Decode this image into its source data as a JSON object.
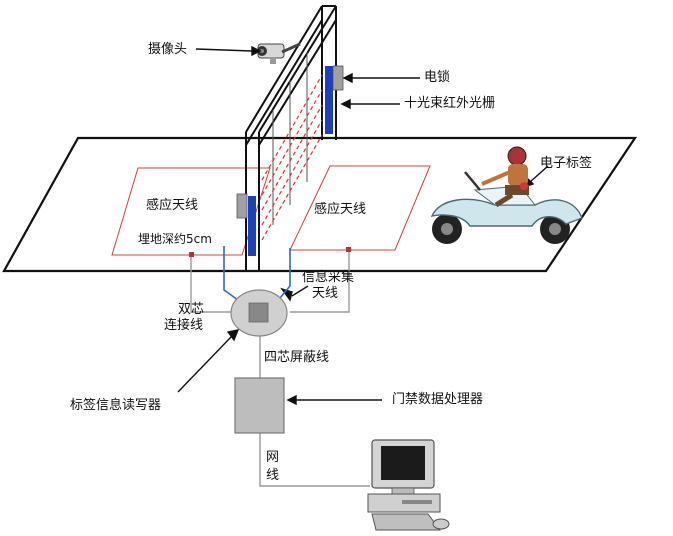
{
  "labels": {
    "camera": "摄像头",
    "electric_lock": "电锁",
    "infrared_grating": "十光束红外光栅",
    "electronic_tag": "电子标签",
    "antenna_left": "感应天线",
    "antenna_right": "感应天线",
    "burial_depth": "埋地深约5cm",
    "info_antenna_line1": "信息采集",
    "info_antenna_line2": "天线",
    "dual_core_line1": "双芯",
    "dual_core_line2": "连接线",
    "four_core_cable": "四芯屏蔽线",
    "tag_reader": "标签信息读写器",
    "data_processor": "门禁数据处理器",
    "network_line1": "网",
    "network_line2": "线"
  },
  "colors": {
    "outline": "#111111",
    "antenna_loop": "#d04040",
    "infrared_beam": "#e03030",
    "grating_bar": "#1a3fc0",
    "cable_blue": "#3366cc",
    "cable_grey": "#9a9a9a",
    "device_grey": "#b8b8b8",
    "reader_grey": "#c8c8c8"
  },
  "icons": {
    "camera": "camera-icon",
    "scooter": "scooter-rider-icon",
    "computer": "computer-icon"
  }
}
